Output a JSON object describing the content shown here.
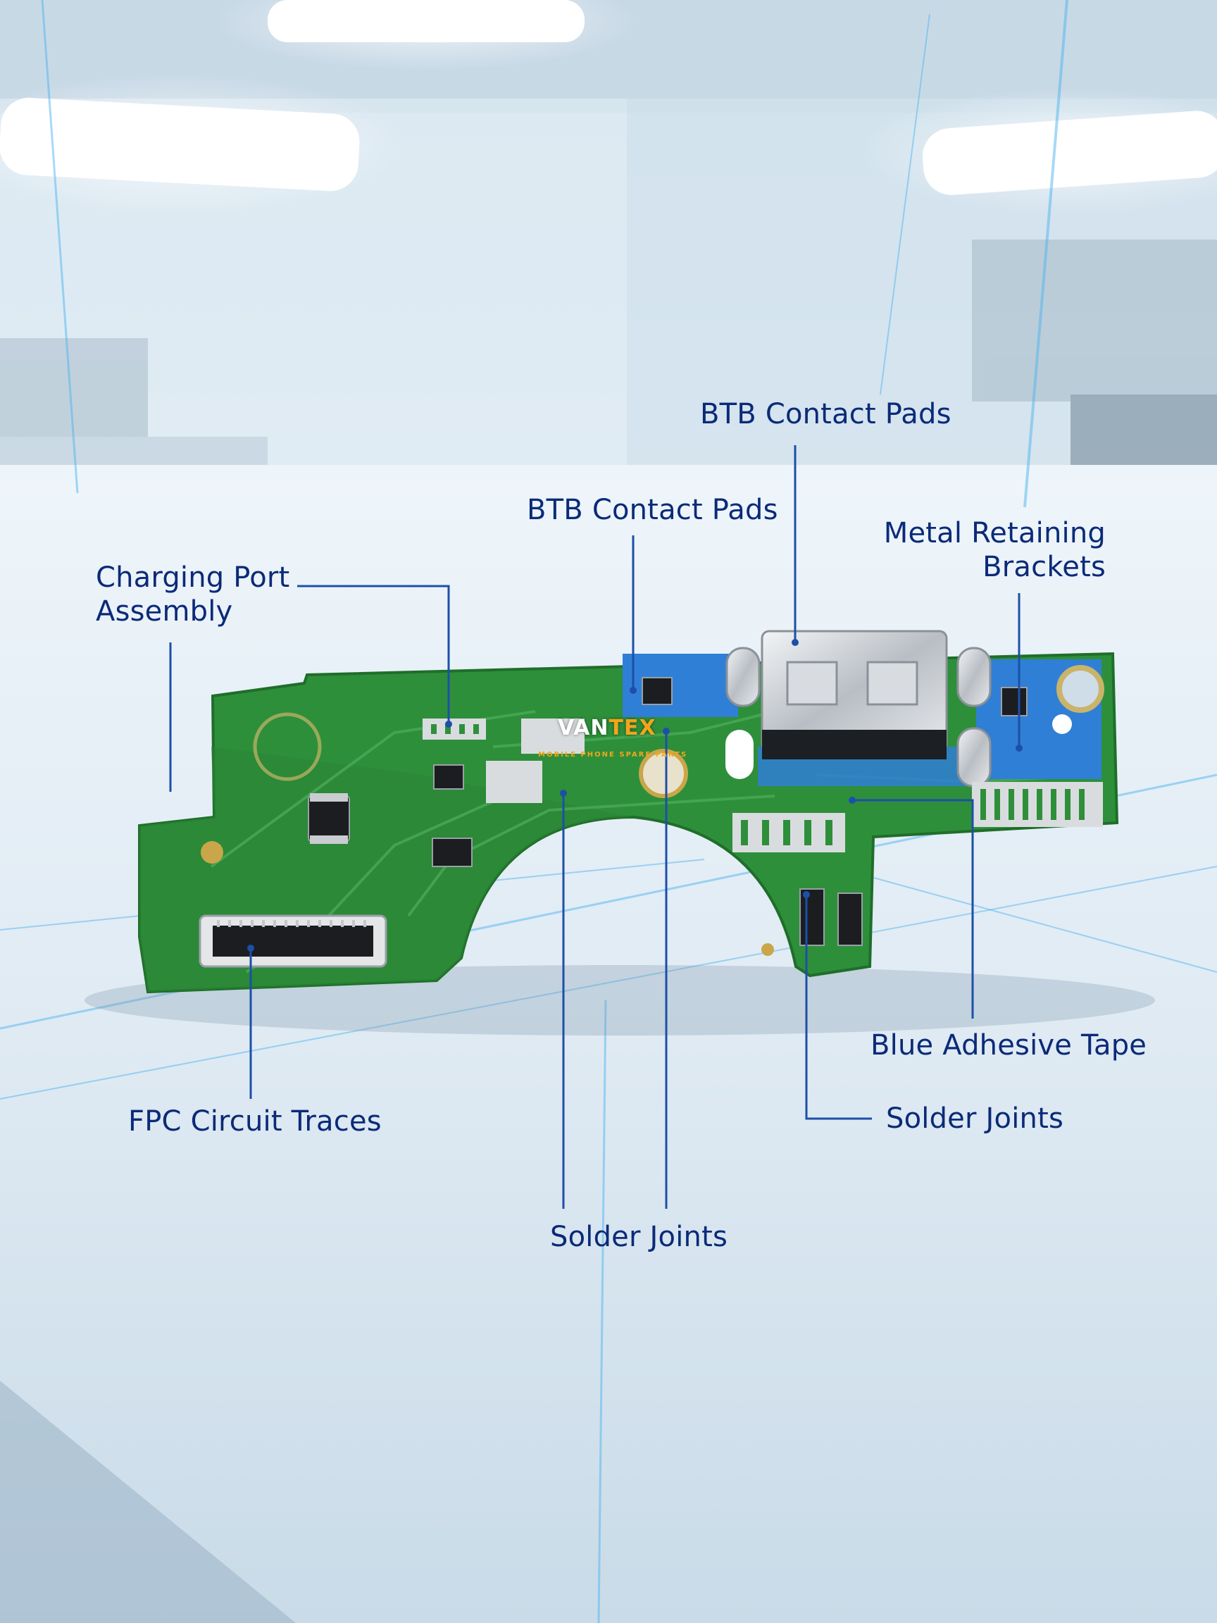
{
  "callouts": {
    "charging_port_assembly": "Charging Port\nAssembly",
    "btb_pads_left": "BTB Contact Pads",
    "btb_pads_right": "BTB Contact Pads",
    "metal_brackets": "Metal Retaining\nBrackets",
    "fpc_traces": "FPC Circuit Traces",
    "solder_joints_center": "Solder Joints",
    "solder_joints_right": "Solder Joints",
    "blue_adhesive_tape": "Blue Adhesive Tape"
  },
  "logo": {
    "name_part1": "VAN",
    "name_part2": "TEX",
    "tagline": "MOBILE PHONE SPARE PARTS"
  },
  "colors": {
    "label_text": "#0b2a78",
    "leader_line": "#1d4fa8",
    "pcb_green": "#2e8f3a",
    "adhesive_blue": "#2f7fd6",
    "brand_accent": "#f2a51c"
  }
}
